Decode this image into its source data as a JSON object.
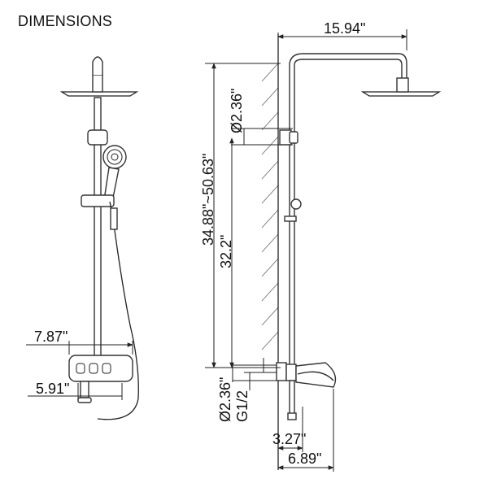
{
  "header": {
    "title": "DIMENSIONS"
  },
  "front_view": {
    "dims": {
      "body_width": "7.87\"",
      "valve_height": "5.91\""
    }
  },
  "side_view": {
    "dims": {
      "arm_length": "15.94\"",
      "riser_diameter": "Ø2.36\"",
      "height_range": "34.88\"~50.63\"",
      "outlet_height": "32.2\"",
      "valve_diameter": "Ø2.36\"",
      "thread": "G1/2",
      "valve_depth": "3.27\"",
      "spout_depth": "6.89\""
    }
  }
}
